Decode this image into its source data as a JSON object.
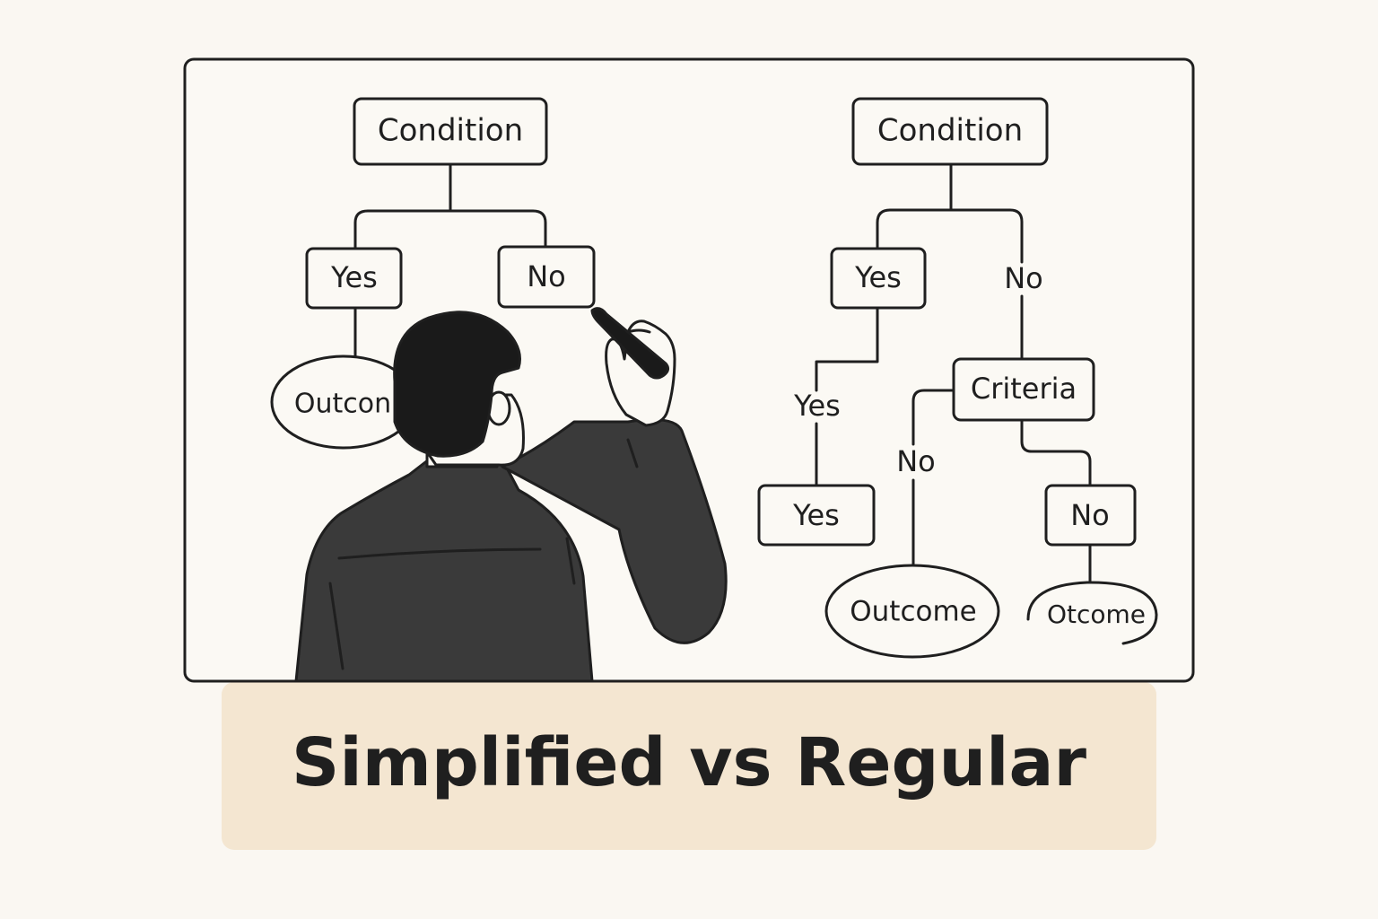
{
  "title": "Simplified vs Regular",
  "left_tree": {
    "root": "Condition",
    "yes": "Yes",
    "no": "No",
    "outcome": "Outcon"
  },
  "right_tree": {
    "root": "Condition",
    "yes": "Yes",
    "no_label": "No",
    "yes_branch_label": "Yes",
    "yes_leaf": "Yes",
    "criteria": "Criteria",
    "criteria_no_label": "No",
    "criteria_no_box": "No",
    "outcome_1": "Outcome",
    "outcome_2": "Otcome"
  },
  "colors": {
    "background": "#faf7f2",
    "board": "#fbf9f4",
    "banner": "#f4e6d1",
    "ink": "#1f1f1f",
    "jacket": "#3a3a3a",
    "hair": "#1a1a1a"
  }
}
